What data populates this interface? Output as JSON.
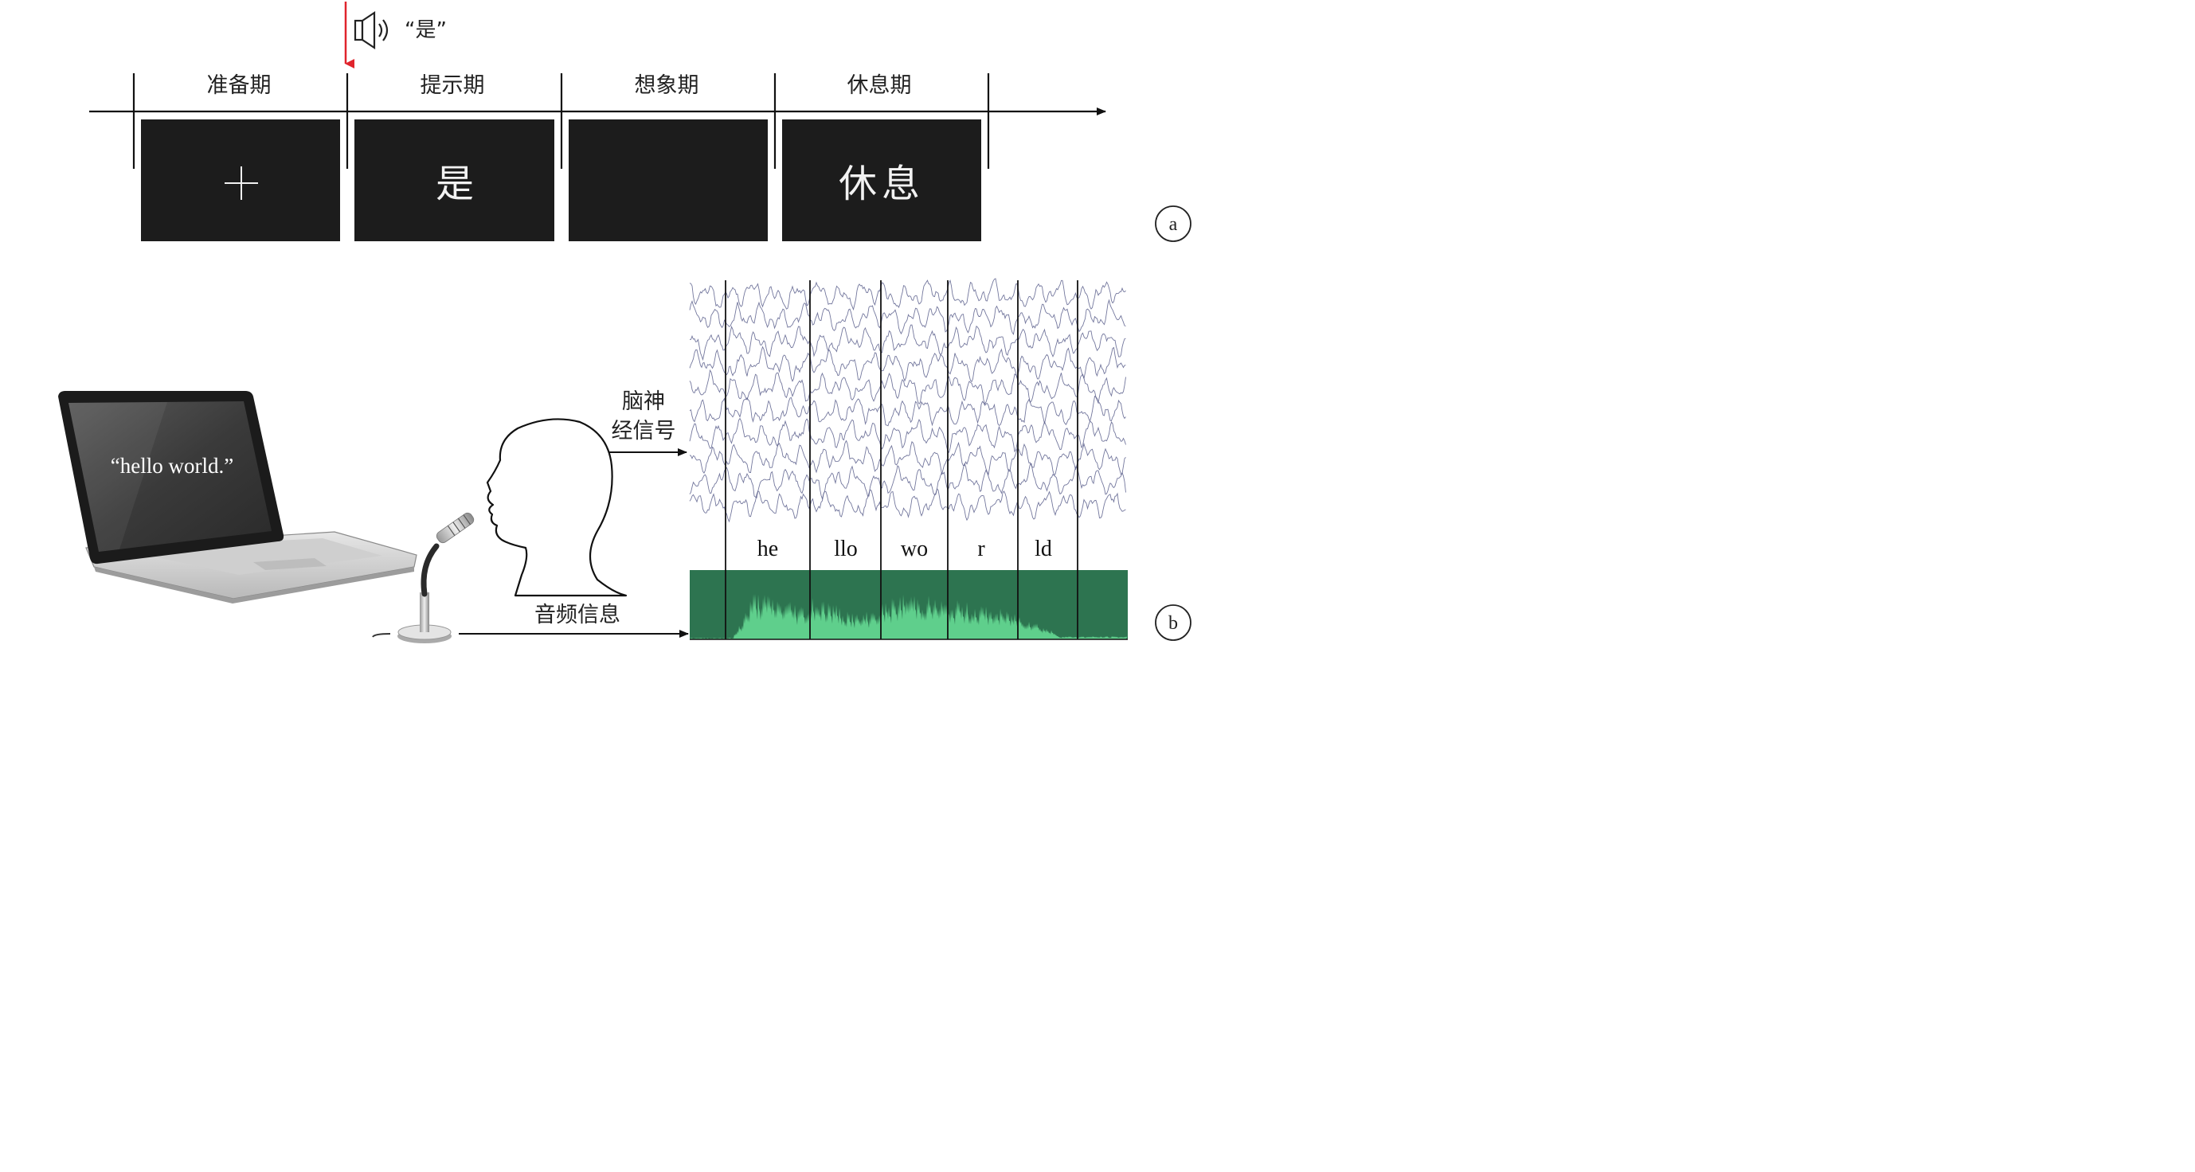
{
  "panel_a": {
    "cue_text": "“是”",
    "phases": [
      "准备期",
      "提示期",
      "想象期",
      "休息期"
    ],
    "screens": [
      "+",
      "是",
      "",
      "休息"
    ],
    "label": "a"
  },
  "panel_b": {
    "laptop_text": "“hello world.”",
    "neural_label_line1": "脑神",
    "neural_label_line2": "经信号",
    "audio_label": "音频信息",
    "segments": [
      "he",
      "llo",
      "wo",
      "r",
      "ld"
    ],
    "label": "b"
  },
  "colors": {
    "cue_arrow": "#e0242c",
    "screen_bg": "#1c1c1c",
    "eeg_line": "#5a5f8c",
    "audio_bg": "#2d7450",
    "audio_wave": "#5fcf8c"
  }
}
